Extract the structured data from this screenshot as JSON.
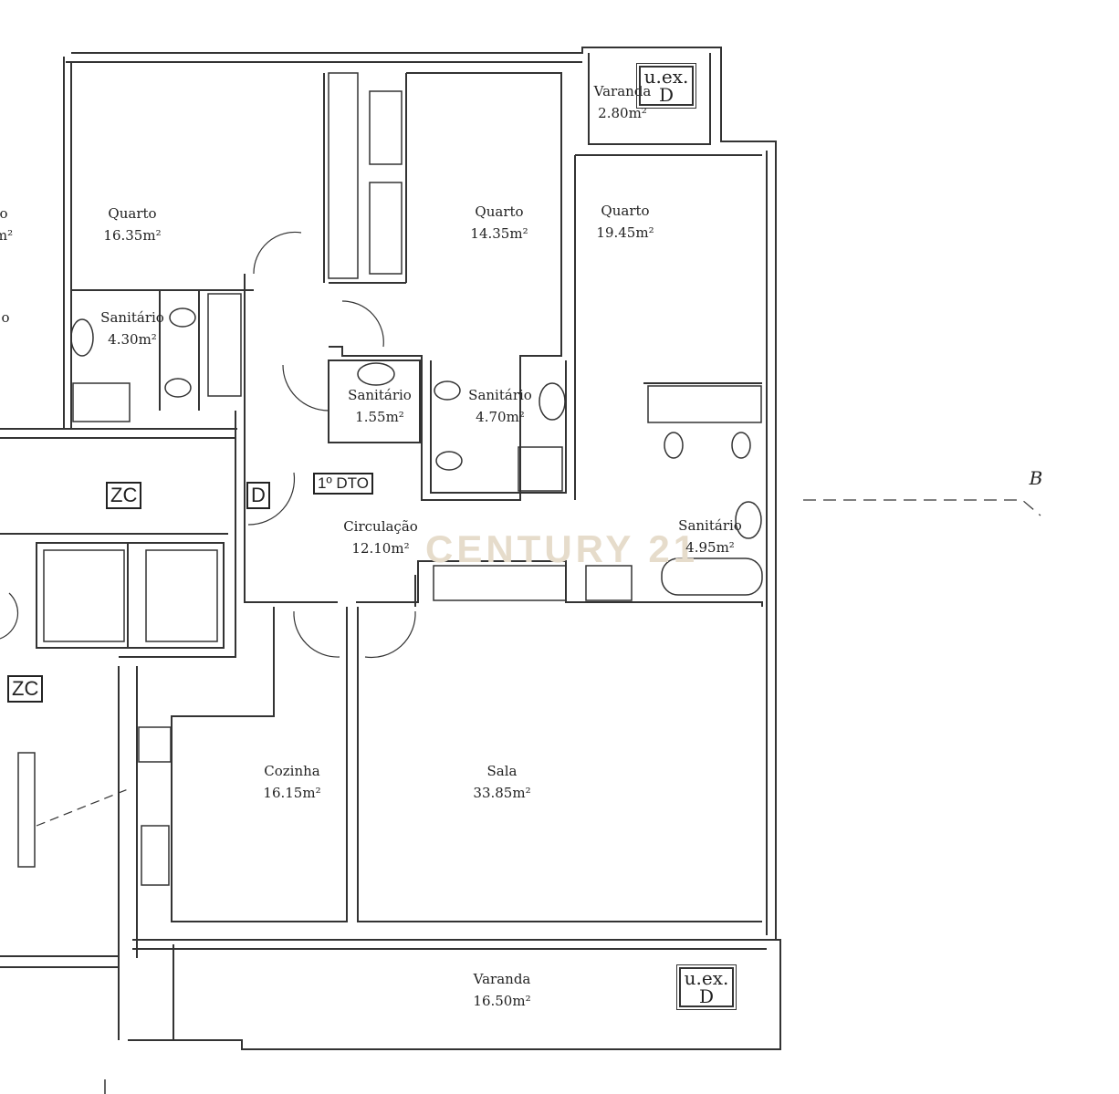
{
  "watermark": "CENTURY 21",
  "rooms": [
    {
      "name": "Quarto",
      "area": "16.35m²"
    },
    {
      "name": "Quarto",
      "area": "14.35m²"
    },
    {
      "name": "Quarto",
      "area": "19.45m²"
    },
    {
      "name": "Varanda",
      "area": "2.80m²"
    },
    {
      "name": "Sanitário",
      "area": "4.30m²"
    },
    {
      "name": "Sanitário",
      "area": "1.55m²"
    },
    {
      "name": "Sanitário",
      "area": "4.70m²"
    },
    {
      "name": "Sanitário",
      "area": "4.95m²"
    },
    {
      "name": "Circulação",
      "area": "12.10m²"
    },
    {
      "name": "Cozinha",
      "area": "16.15m²"
    },
    {
      "name": "Sala",
      "area": "33.85m²"
    },
    {
      "name": "Varanda",
      "area": "16.50m²"
    }
  ],
  "partial_left": {
    "name": "o",
    "area": "m²",
    "name2": "o"
  },
  "tags": {
    "zc": "ZC",
    "door": "D",
    "unit": "1º DTO",
    "uex_top": "u.ex.",
    "uex_bottom": "D",
    "section": "B"
  }
}
